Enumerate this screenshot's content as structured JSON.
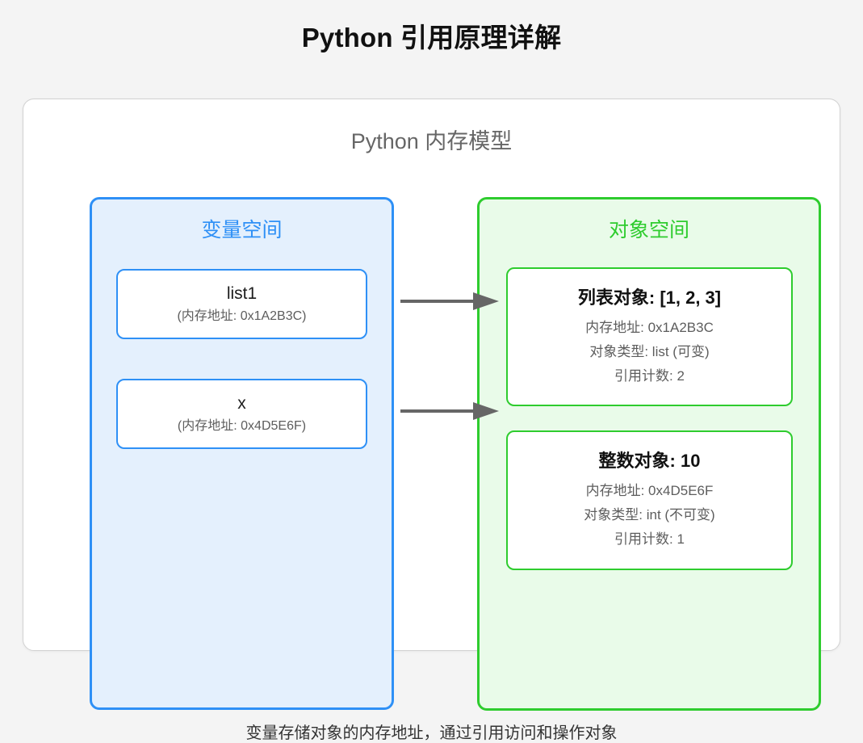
{
  "page": {
    "title": "Python 引用原理详解",
    "background_color": "#f4f4f4"
  },
  "diagram": {
    "subtitle": "Python 内存模型",
    "caption": "变量存储对象的内存地址，通过引用访问和操作对象",
    "colors": {
      "variable_accent": "#2e90f6",
      "variable_fill": "#e4f0fd",
      "object_accent": "#2ecc2e",
      "object_fill": "#e9fbe9",
      "arrow": "#666666",
      "card_border": "#d2d2d2"
    },
    "variable_space": {
      "title": "变量空间",
      "variables": [
        {
          "name": "list1",
          "address": "(内存地址: 0x1A2B3C)"
        },
        {
          "name": "x",
          "address": "(内存地址: 0x4D5E6F)"
        }
      ]
    },
    "object_space": {
      "title": "对象空间",
      "objects": [
        {
          "title": "列表对象: [1, 2, 3]",
          "address": "内存地址: 0x1A2B3C",
          "type": "对象类型: list (可变)",
          "refcount": "引用计数: 2"
        },
        {
          "title": "整数对象: 10",
          "address": "内存地址: 0x4D5E6F",
          "type": "对象类型: int (不可变)",
          "refcount": "引用计数: 1"
        }
      ]
    },
    "arrows": [
      {
        "name": "reference-arrow-list1",
        "from": "list1",
        "to": "列表对象: [1, 2, 3]"
      },
      {
        "name": "reference-arrow-x",
        "from": "x",
        "to": "整数对象: 10"
      }
    ]
  }
}
